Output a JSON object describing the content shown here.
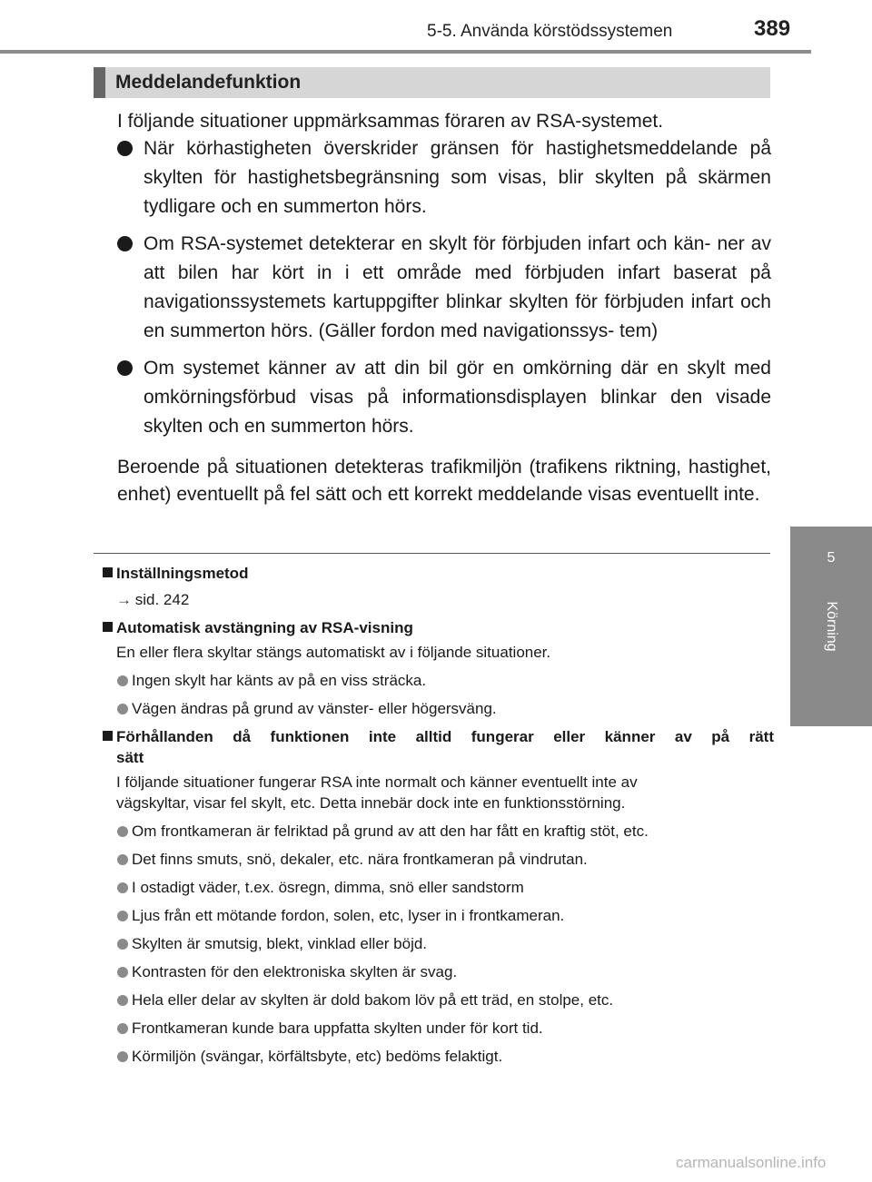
{
  "header": {
    "title": "5-5. Använda körstödssystemen",
    "page_number": "389"
  },
  "side_tab": {
    "number": "5",
    "label": "Körning"
  },
  "section": {
    "title": "Meddelandefunktion",
    "intro": "I följande situationer uppmärksammas föraren av RSA-systemet.",
    "bullets": [
      "När körhastigheten överskrider gränsen för hastighetsmeddelande på skylten för hastighetsbegränsning som visas, blir skylten på skärmen tydligare och en summerton hörs.",
      "Om RSA-systemet detekterar en skylt för förbjuden infart och kän- ner av att bilen har kört in i ett område med förbjuden infart baserat på navigationssystemets kartuppgifter blinkar skylten för förbjuden infart och en summerton hörs. (Gäller fordon med navigationssys- tem)",
      "Om systemet känner av att din bil gör en omkörning där en skylt med omkörningsförbud visas på informationsdisplayen blinkar den visade skylten och en summerton hörs."
    ],
    "closing": "Beroende på situationen detekteras trafikmiljön (trafikens riktning, hastighet, enhet) eventuellt på fel sätt och ett korrekt meddelande visas eventuellt inte."
  },
  "notes": {
    "settings": {
      "heading": "Inställningsmetod",
      "ref": "sid. 242"
    },
    "auto_off": {
      "heading": "Automatisk avstängning av RSA-visning",
      "body": "En eller flera skyltar stängs automatiskt av i följande situationer.",
      "items": [
        "Ingen skylt har känts av på en viss sträcka.",
        "Vägen ändras på grund av vänster- eller högersväng."
      ]
    },
    "conditions": {
      "heading_line1": "Förhållanden då funktionen inte alltid fungerar eller känner av på rätt",
      "heading_line2": "sätt",
      "body_line1": "I följande situationer fungerar RSA inte normalt och känner eventuellt inte av",
      "body_line2": "vägskyltar, visar fel skylt, etc. Detta innebär dock inte en funktionsstörning.",
      "items": [
        "Om frontkameran är felriktad på grund av att den har fått en kraftig stöt, etc.",
        "Det finns smuts, snö, dekaler, etc. nära frontkameran på vindrutan.",
        "I ostadigt väder, t.ex. ösregn, dimma, snö eller sandstorm",
        "Ljus från ett mötande fordon, solen, etc, lyser in i frontkameran.",
        "Skylten är smutsig, blekt, vinklad eller böjd.",
        "Kontrasten för den elektroniska skylten är svag.",
        "Hela eller delar av skylten är dold bakom löv på ett träd, en stolpe, etc.",
        "Frontkameran kunde bara uppfatta skylten under för kort tid.",
        "Körmiljön (svängar, körfältsbyte, etc) bedöms felaktigt."
      ]
    }
  },
  "watermark": "carmanualsonline.info"
}
